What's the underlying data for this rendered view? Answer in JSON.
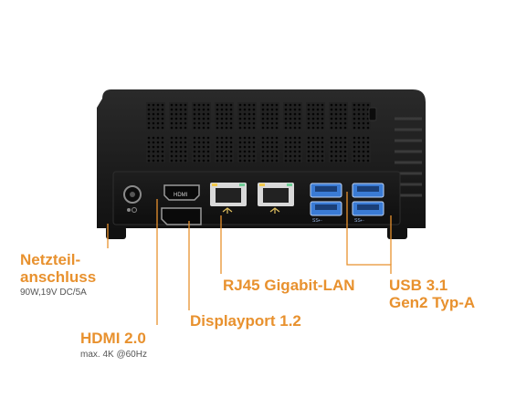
{
  "colors": {
    "accent": "#e8912e",
    "device_body": "#1c1c1c",
    "usb_blue": "#3a7bd5",
    "background": "#ffffff"
  },
  "device": {
    "port_labels": {
      "hdmi": "HDMI",
      "usb_logo_left": "SS⇠",
      "usb_logo_right": "SS⇠"
    }
  },
  "callouts": {
    "power": {
      "title_line1": "Netzteil-",
      "title_line2": "anschluss",
      "subtitle": "90W,19V DC/5A"
    },
    "hdmi": {
      "title": "HDMI 2.0",
      "subtitle": "max. 4K @60Hz"
    },
    "displayport": {
      "title": "Displayport 1.2"
    },
    "lan": {
      "title": "RJ45 Gigabit-LAN"
    },
    "usb": {
      "title_line1": "USB 3.1",
      "title_line2": "Gen2 Typ-A"
    }
  }
}
